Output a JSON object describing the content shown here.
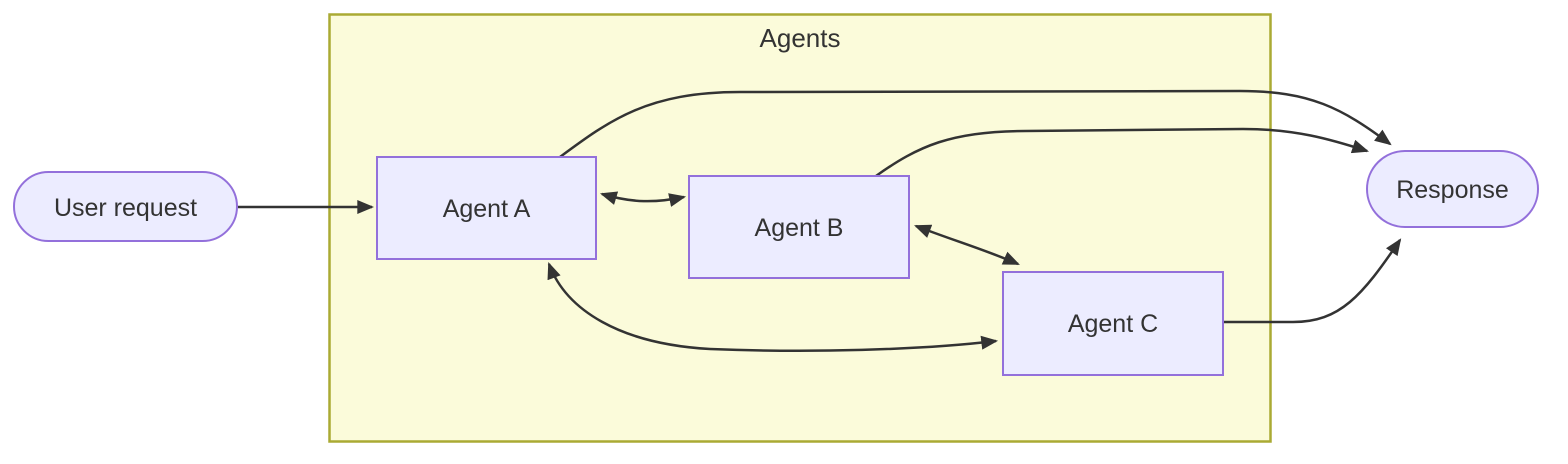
{
  "diagram": {
    "type": "flowchart",
    "direction": "left-to-right",
    "cluster": {
      "label": "Agents",
      "contains": [
        "Agent A",
        "Agent B",
        "Agent C"
      ]
    },
    "nodes": {
      "user_request": {
        "label": "User request",
        "shape": "stadium"
      },
      "agent_a": {
        "label": "Agent A",
        "shape": "rectangle"
      },
      "agent_b": {
        "label": "Agent B",
        "shape": "rectangle"
      },
      "agent_c": {
        "label": "Agent C",
        "shape": "rectangle"
      },
      "response": {
        "label": "Response",
        "shape": "stadium"
      }
    },
    "edges": [
      {
        "from": "User request",
        "to": "Agent A",
        "arrows": "forward"
      },
      {
        "from": "Agent A",
        "to": "Agent B",
        "arrows": "both"
      },
      {
        "from": "Agent B",
        "to": "Agent C",
        "arrows": "both"
      },
      {
        "from": "Agent A",
        "to": "Agent C",
        "arrows": "both"
      },
      {
        "from": "Agent A",
        "to": "Response",
        "arrows": "forward"
      },
      {
        "from": "Agent B",
        "to": "Response",
        "arrows": "forward"
      },
      {
        "from": "Agent C",
        "to": "Response",
        "arrows": "forward"
      }
    ]
  },
  "colors": {
    "node_fill": "#ECECFF",
    "node_border": "#9370DB",
    "cluster_fill": "#FBFBDA",
    "cluster_border": "#AAAA33",
    "edge_color": "#333333",
    "text_color": "#333333",
    "page_bg": "#FFFFFF"
  }
}
